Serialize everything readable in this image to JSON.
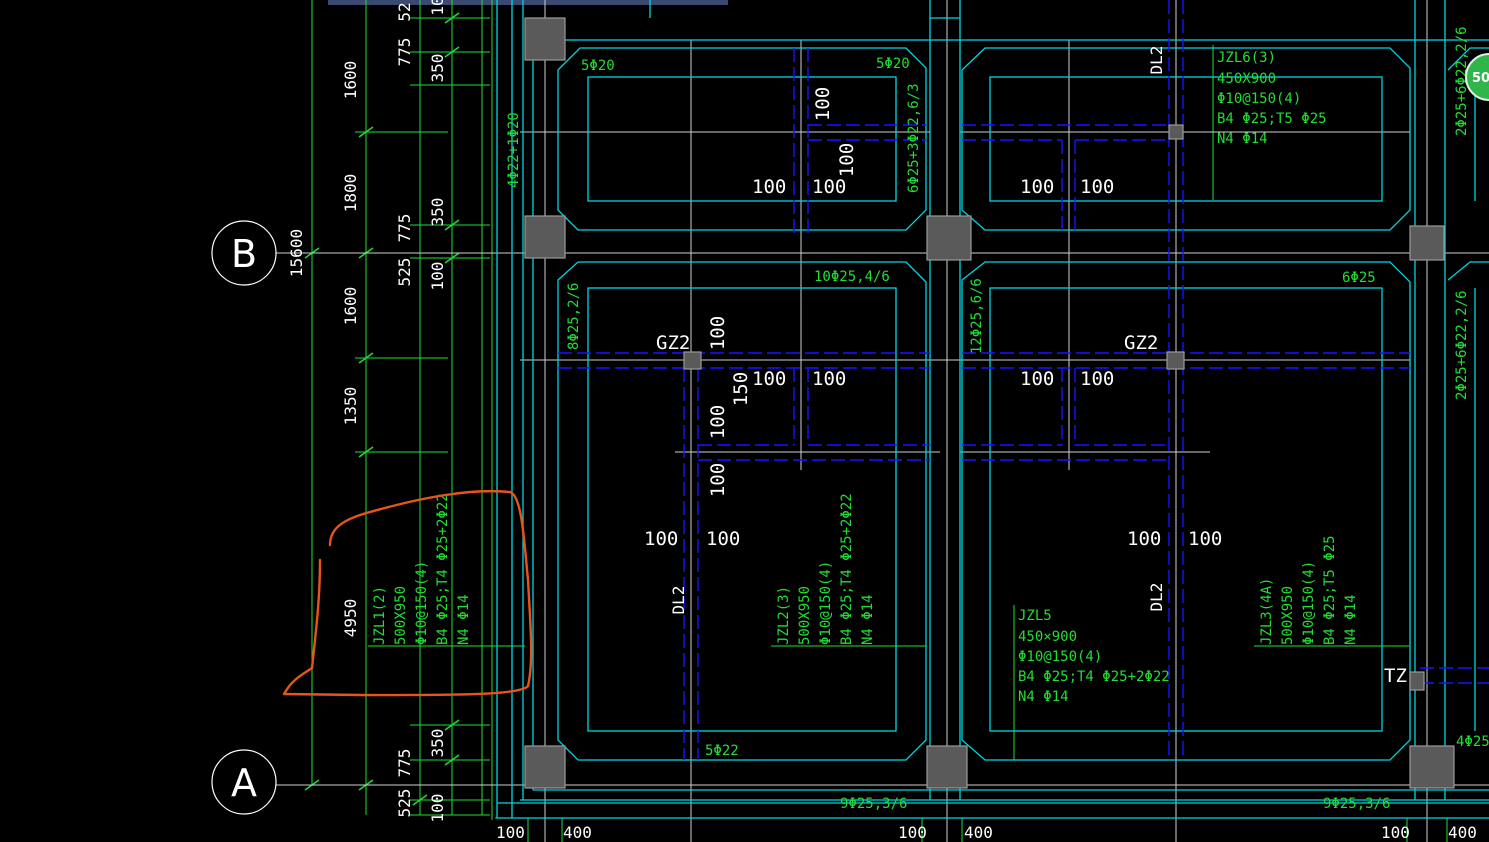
{
  "drawing": {
    "axes": {
      "b": "B",
      "a": "A"
    },
    "overall_dim": "15600",
    "left_dims": [
      "1600",
      "1800",
      "1600",
      "1350",
      "4950"
    ],
    "right_dims": {
      "d775a": "775",
      "d350a": "350",
      "d52": "52",
      "d10": "10",
      "d775b": "775",
      "d350b": "350",
      "d525b": "525",
      "d100b": "100",
      "d775c": "775",
      "d350c": "350",
      "d525c": "525",
      "d100c": "100"
    },
    "beams": {
      "jzl1": [
        "JZL1(2)",
        "500X950",
        "Φ10@150(4)",
        "B4 Φ25;T4 Φ25+2Φ22",
        "N4 Φ14"
      ],
      "jzl2": [
        "JZL2(3)",
        "500X950",
        "Φ10@150(4)",
        "B4 Φ25;T4 Φ25+2Φ22",
        "N4 Φ14"
      ],
      "jzl3": [
        "JZL3(4A)",
        "500X950",
        "Φ10@150(4)",
        "B4 Φ25;T5 Φ25",
        "N4 Φ14"
      ],
      "jzl5": [
        "JZL5",
        "450×900",
        "Φ10@150(4)",
        "B4 Φ25;T4 Φ25+2Φ22",
        "N4 Φ14"
      ],
      "jzl6": [
        "JZL6(3)",
        "450X900",
        "Φ10@150(4)",
        "B4 Φ25;T5 Φ25",
        "N4 Φ14"
      ]
    },
    "rebar": {
      "r1": "5Φ20",
      "r2": "5Φ20",
      "r3": "4Φ22+1Φ20",
      "r4": "6Φ25+3Φ22,6/3",
      "r5": "10Φ25,4/6",
      "r6": "6Φ25",
      "r7": "8Φ25,2/6",
      "r8": "12Φ25,6/6",
      "r9": "2Φ25+6Φ22,2/6",
      "r10": "2Φ25+6Φ22,2/6",
      "r11": "5Φ22",
      "r12": "9Φ25,3/6",
      "r13": "9Φ25,3/6",
      "r14": "4Φ25"
    },
    "labels": {
      "gz2a": "GZ2",
      "gz2b": "GZ2",
      "dl2a": "DL2",
      "dl2b": "DL2",
      "dl2c": "DL2",
      "tz": "TZ"
    },
    "hundreds": {
      "h1": "100",
      "h2": "100",
      "h3": "100",
      "h4": "100",
      "h5": "100",
      "h6": "100",
      "h7": "100",
      "h8": "100",
      "h9": "100",
      "h10": "100",
      "h11": "100",
      "h12": "100",
      "h13": "100",
      "h14": "100",
      "h15": "100",
      "h16": "100",
      "h17": "100",
      "d150": "150"
    },
    "bottom_dims": [
      "100",
      "400",
      "100",
      "400",
      "100",
      "400"
    ],
    "badge": "50"
  },
  "colors": {
    "background": "#000000",
    "dim": "#22dd33",
    "outline": "#00d6e0",
    "hidden": "#1515ff",
    "annotation": "#e8551a"
  }
}
